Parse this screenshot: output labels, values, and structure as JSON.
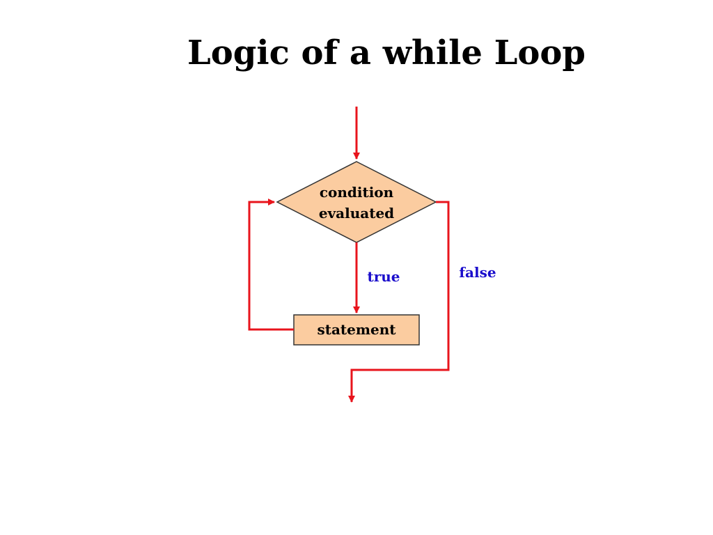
{
  "title": "Logic of a while Loop",
  "nodes": {
    "decision": {
      "line1": "condition",
      "line2": "evaluated"
    },
    "process": {
      "label": "statement"
    }
  },
  "edges": {
    "true_label": "true",
    "false_label": "false"
  },
  "colors": {
    "arrow": "#e8141c",
    "shape_fill": "#fbcca0",
    "shape_stroke": "#333333",
    "label_text": "#1a0dcc",
    "node_text": "#000000"
  }
}
